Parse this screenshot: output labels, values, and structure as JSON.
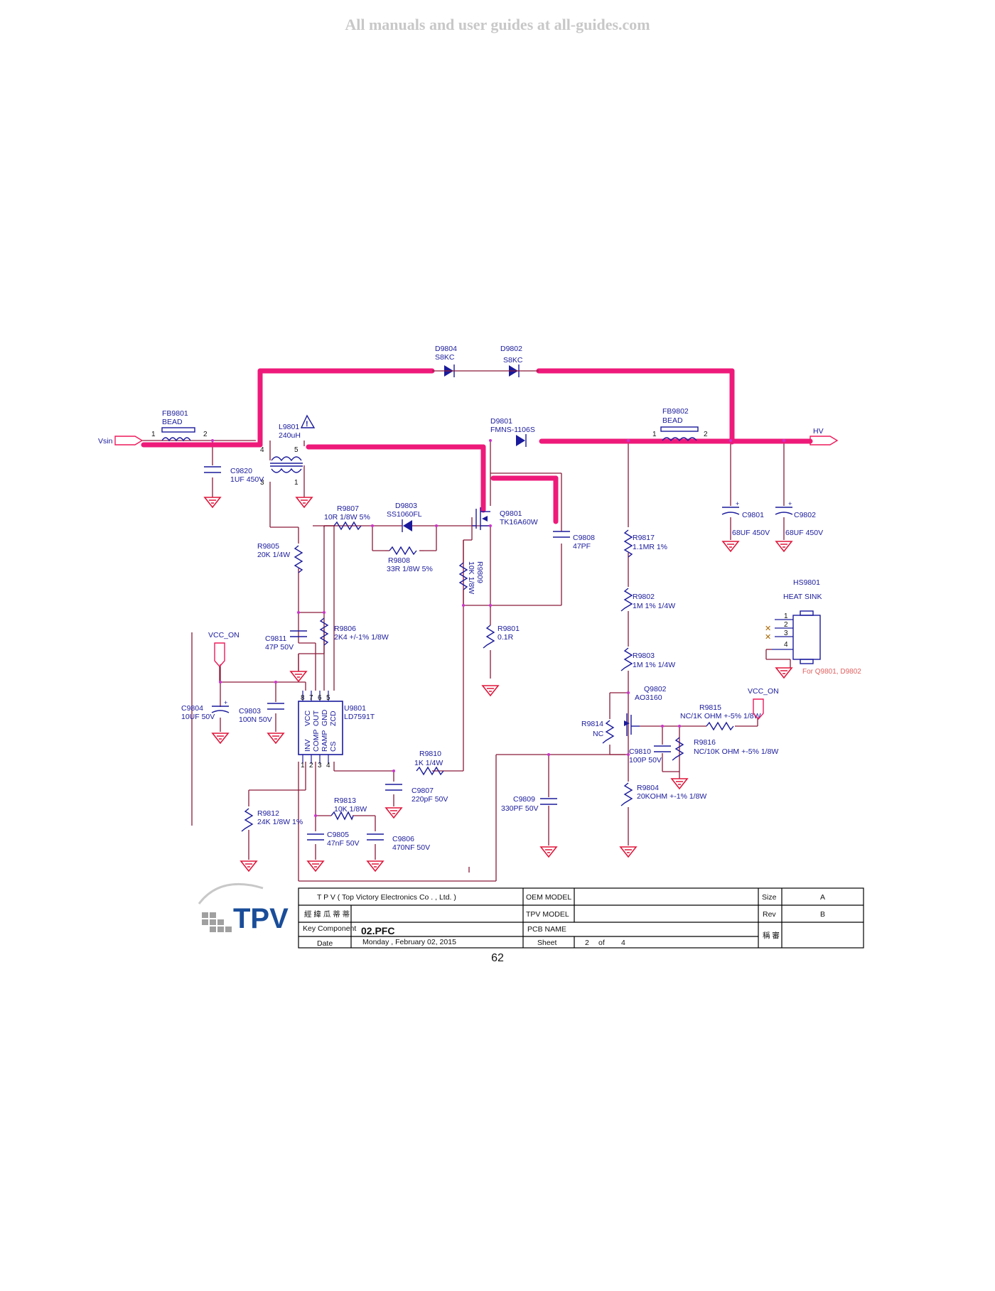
{
  "watermark": "All manuals and user guides at all-guides.com",
  "page_number": "62",
  "sheet_note": "For Q9801, D9802",
  "nets": {
    "vsin": "Vsin",
    "hv": "HV",
    "vcc_on_left": "VCC_ON",
    "vcc_on_right": "VCC_ON"
  },
  "components": {
    "fb9801": {
      "ref": "FB9801",
      "value": "BEAD"
    },
    "fb9802": {
      "ref": "FB9802",
      "value": "BEAD"
    },
    "l9801": {
      "ref": "L9801",
      "value": "240uH"
    },
    "d9804": {
      "ref": "D9804",
      "value": "S8KC"
    },
    "d9802": {
      "ref": "D9802",
      "value": "S8KC"
    },
    "d9801": {
      "ref": "D9801",
      "value": "FMNS-1106S"
    },
    "d9803": {
      "ref": "D9803",
      "value": "SS1060FL"
    },
    "c9820": {
      "ref": "C9820",
      "value": "1UF 450V"
    },
    "c9801": {
      "ref": "C9801",
      "value": "68UF 450V"
    },
    "c9802": {
      "ref": "C9802",
      "value": "68UF 450V"
    },
    "r9807": {
      "ref": "R9807",
      "value": "10R 1/8W 5%"
    },
    "r9808": {
      "ref": "R9808",
      "value": "33R 1/8W 5%"
    },
    "r9809": {
      "ref": "R9809",
      "value": "10K 1/8W"
    },
    "q9801": {
      "ref": "Q9801",
      "value": "TK16A60W"
    },
    "c9808": {
      "ref": "C9808",
      "value": "47PF"
    },
    "r9805": {
      "ref": "R9805",
      "value": "20K 1/4W"
    },
    "r9817": {
      "ref": "R9817",
      "value": "1.1MR 1%"
    },
    "r9802": {
      "ref": "R9802",
      "value": "1M 1% 1/4W"
    },
    "r9803": {
      "ref": "R9803",
      "value": "1M 1% 1/4W"
    },
    "hs9801": {
      "ref": "HS9801",
      "value": "HEAT SINK"
    },
    "c9811": {
      "ref": "C9811",
      "value": "47P 50V"
    },
    "r9806": {
      "ref": "R9806",
      "value": "2K4 +/-1% 1/8W"
    },
    "r9801": {
      "ref": "R9801",
      "value": "0.1R"
    },
    "u9801": {
      "ref": "U9801",
      "value": "LD7591T"
    },
    "c9804": {
      "ref": "C9804",
      "value": "10UF 50V"
    },
    "c9803": {
      "ref": "C9803",
      "value": "100N 50V"
    },
    "q9802": {
      "ref": "Q9802",
      "value": "AO3160"
    },
    "r9815": {
      "ref": "R9815",
      "value": "NC/1K OHM +-5% 1/8W"
    },
    "r9814": {
      "ref": "R9814",
      "value": "NC"
    },
    "c9810": {
      "ref": "C9810",
      "value": "100P 50V"
    },
    "r9816": {
      "ref": "R9816",
      "value": "NC/10K OHM +-5% 1/8W"
    },
    "r9810": {
      "ref": "R9810",
      "value": "1K 1/4W"
    },
    "c9807": {
      "ref": "C9807",
      "value": "220pF 50V"
    },
    "r9813": {
      "ref": "R9813",
      "value": "10K 1/8W"
    },
    "c9809": {
      "ref": "C9809",
      "value": "330PF 50V"
    },
    "r9804": {
      "ref": "R9804",
      "value": "20KOHM +-1% 1/8W"
    },
    "r9812": {
      "ref": "R9812",
      "value": "24K 1/8W 1%"
    },
    "c9805": {
      "ref": "C9805",
      "value": "47nF 50V"
    },
    "c9806": {
      "ref": "C9806",
      "value": "470NF 50V"
    }
  },
  "ic_pins": {
    "vcc": "VCC",
    "out": "OUT",
    "gnd": "GND",
    "zcd": "ZCD",
    "inv": "INV",
    "comp": "COMP",
    "ramp": "RAMP",
    "cs": "CS"
  },
  "title_block": {
    "company": "T P V  ( Top    Victory    Electronics    Co . ,   Ltd. )",
    "chinese_name": "經 緯 瓜 蒂 蒂",
    "key_component_label": "Key Component",
    "schematic_name": "02.PFC",
    "date_label": "Date",
    "date_value": "Monday , February  02, 2015",
    "oem_model_label": "OEM MODEL",
    "tpv_model_label": "TPV MODEL",
    "pcb_name_label": "PCB NAME",
    "sheet_label": "Sheet",
    "sheet_current": "2",
    "sheet_of": "of",
    "sheet_total": "4",
    "size_label": "Size",
    "size_value": "A",
    "rev_label": "Rev",
    "rev_value": "B",
    "remark_label": "稱 審",
    "logo_text": "TPV"
  }
}
